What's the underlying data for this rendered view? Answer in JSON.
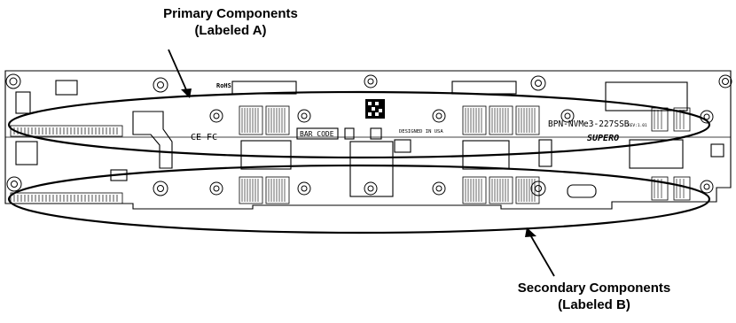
{
  "callouts": {
    "primary_line1": "Primary Components",
    "primary_line2": "(Labeled A)",
    "secondary_line1": "Secondary Components",
    "secondary_line2": "(Labeled B)"
  },
  "board_labels": {
    "rohs": "RoHS",
    "ce_fc": "CE FC",
    "bar_code": "BAR CODE",
    "designed_in": "DESIGNED IN USA",
    "model": "BPN-NVMe3-227SSB",
    "revision": "REV:1.01",
    "brand": "SUPERO"
  }
}
